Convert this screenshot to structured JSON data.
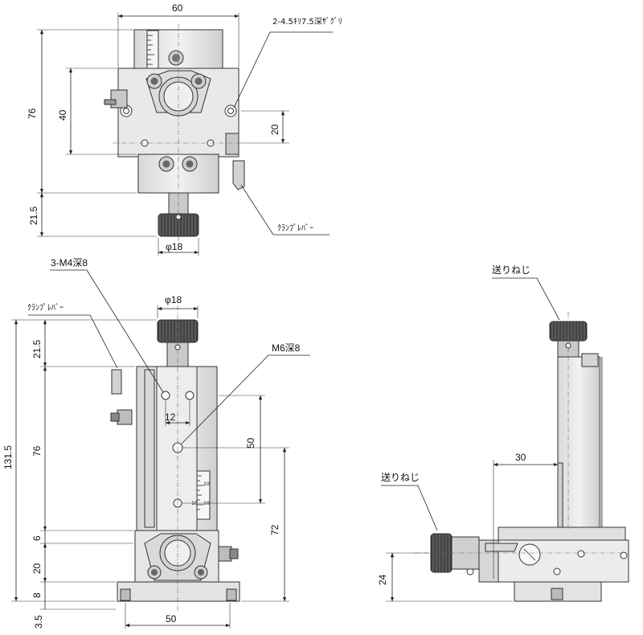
{
  "top_view": {
    "width_dim": "60",
    "height_dim": "76",
    "hole_span_dim": "40",
    "offset_dim": "20",
    "knob_len_dim": "21.5",
    "knob_dia_dim": "φ18",
    "hole_callout": "2-4.5ｷﾘ7.5深ｻﾞｸﾞﾘ",
    "clamp_label": "ｸﾗﾝﾌﾟﾚﾊﾞｰ"
  },
  "front_view": {
    "clamp_label": "ｸﾗﾝﾌﾟﾚﾊﾞｰ",
    "tapped_holes": "3-M4深8",
    "knob_dia_dim": "φ18",
    "center_hole": "M6深8",
    "total_height": "131.5",
    "knob_len_dim": "21.5",
    "stage_height": "76",
    "pitch_dim": "12",
    "hole_span_dim": "50",
    "height_dim": "72",
    "gap_dim": "6",
    "base_dim": "20",
    "plate_dim": "8",
    "foot_dim": "3.5",
    "width_dim": "50",
    "scale_marks": [
      "20",
      "10",
      "10"
    ]
  },
  "side_view": {
    "feed_knob_top": "送りねじ",
    "feed_knob_side": "送りねじ",
    "offset_dim": "30",
    "height_dim": "24"
  },
  "colors": {
    "line": "#222222",
    "part_fill": "#e6e6e6",
    "part_dark": "#b9b9b9",
    "knob": "#4a4a4a"
  }
}
